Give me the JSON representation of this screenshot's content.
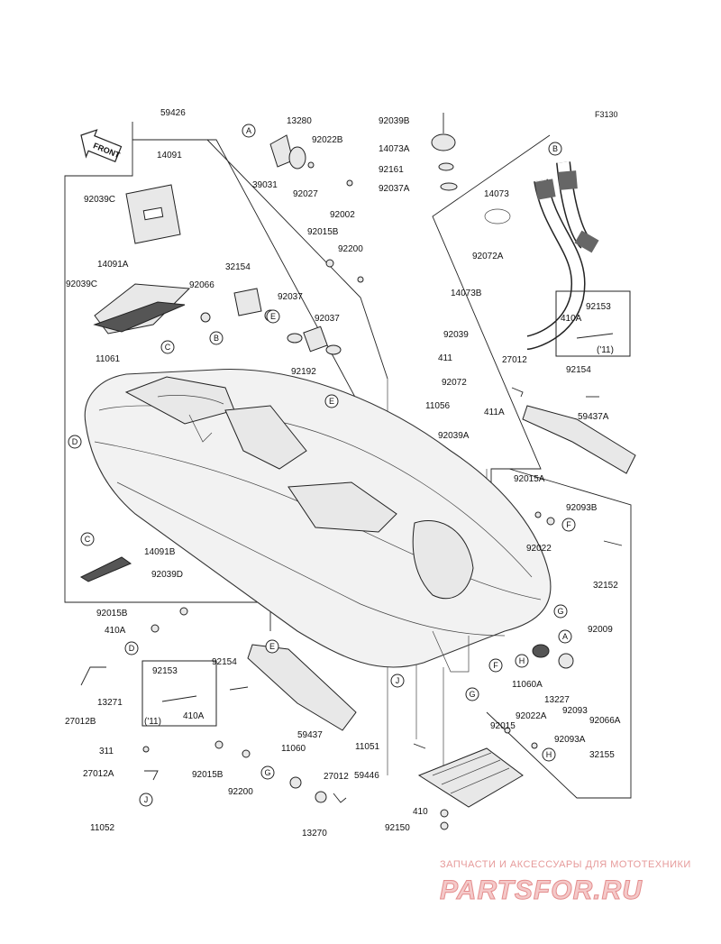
{
  "figure_code": "F3130",
  "front_marker": "FRONT",
  "callouts": [
    "A",
    "B",
    "C",
    "D",
    "E",
    "F",
    "G",
    "H",
    "J"
  ],
  "parts": [
    "59426",
    "14091",
    "92039C",
    "14091A",
    "92039C",
    "11061",
    "13280",
    "92022B",
    "39031",
    "92027",
    "92002",
    "92039B",
    "14073A",
    "92161",
    "92037A",
    "14073",
    "92072A",
    "14073B",
    "92015B",
    "92200",
    "32154",
    "92037",
    "92066",
    "92037",
    "92192",
    "92039",
    "411",
    "92072",
    "27012",
    "92154",
    "11056",
    "411A",
    "59437A",
    "92039A",
    "92153",
    "410A",
    "('11)",
    "92015A",
    "92093B",
    "92022",
    "32152",
    "92009",
    "14091B",
    "92039D",
    "92015B",
    "410A",
    "13271",
    "27012B",
    "92153",
    "('11)",
    "410A",
    "92154",
    "59437",
    "11060A",
    "13227",
    "92093",
    "92066A",
    "92015",
    "92022A",
    "92093A",
    "32155",
    "11051",
    "59446",
    "311",
    "27012A",
    "11052",
    "92015B",
    "92200",
    "11060",
    "27012",
    "13270",
    "410",
    "92150"
  ],
  "watermark": {
    "line1": "ЗАПЧАСТИ И АКСЕССУАРЫ ДЛЯ МОТОТЕХНИКИ",
    "line2": "PARTSFOR.RU"
  },
  "colors": {
    "ink": "#222222",
    "watermark": "#e48d8d",
    "background": "#ffffff"
  }
}
